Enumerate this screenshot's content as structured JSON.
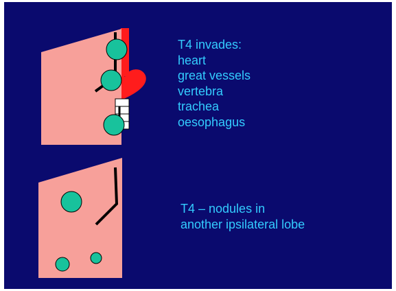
{
  "colors": {
    "background": "#0a0a6e",
    "lung": "#f7a09a",
    "nodule": "#18c29c",
    "heart": "#ff1c1c",
    "line": "#000000",
    "text": "#33ccff"
  },
  "icons": {
    "heart": "heart-icon",
    "vertebra": "vertebra-icon",
    "nodule": "tumour-nodule-icon"
  },
  "t4_invades": {
    "heading": "T4 invades:",
    "items": [
      "heart",
      "great vessels",
      "vertebra",
      "trachea",
      "oesophagus"
    ]
  },
  "t4_nodules": {
    "lines": [
      "T4 – nodules in",
      "another ipsilateral lobe"
    ]
  }
}
